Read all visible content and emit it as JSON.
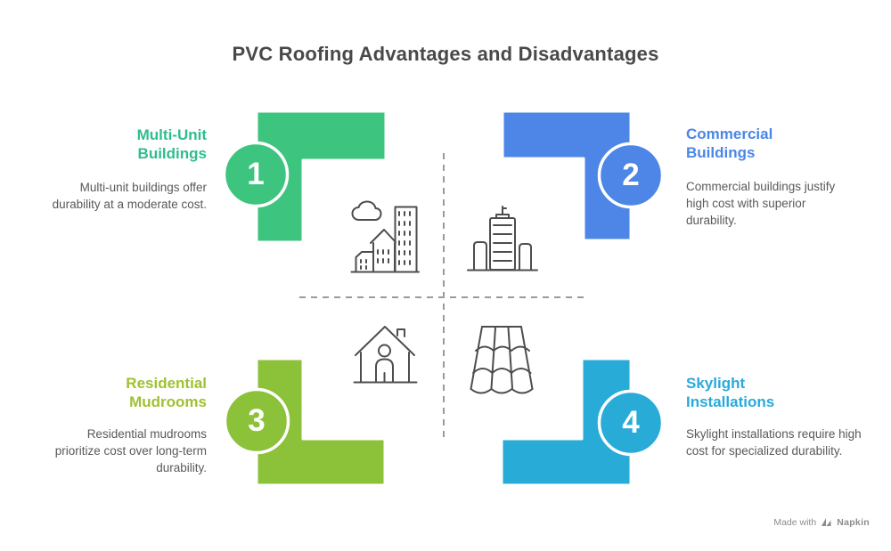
{
  "title": "PVC Roofing Advantages and Disadvantages",
  "quadrants": [
    {
      "number": "1",
      "title": "Multi-Unit Buildings",
      "body": "Multi-unit buildings offer durability at a moderate cost.",
      "color": "#3DC47E",
      "title_color": "#2EBE8B",
      "icon": "city-buildings-icon"
    },
    {
      "number": "2",
      "title": "Commercial Buildings",
      "body": "Commercial buildings justify high cost with superior durability.",
      "color": "#4D86E6",
      "title_color": "#4A86E8",
      "icon": "skyscraper-icon"
    },
    {
      "number": "3",
      "title": "Residential Mudrooms",
      "body": "Residential mudrooms prioritize cost over long-term durability.",
      "color": "#8CC23A",
      "title_color": "#9FC131",
      "icon": "house-person-icon"
    },
    {
      "number": "4",
      "title": "Skylight Installations",
      "body": "Skylight installations require high cost for specialized durability.",
      "color": "#29ABD8",
      "title_color": "#29A9DB",
      "icon": "roof-tiles-icon"
    }
  ],
  "footer": {
    "made_with": "Made with",
    "brand": "Napkin"
  },
  "palette": {
    "heading_text": "#494949",
    "body_text": "#595959",
    "icon_stroke": "#4D4D4D",
    "dashed_line": "#9A9A9A",
    "footer_text": "#8C8C8C",
    "number_text": "#FFFFFF",
    "background": "#FFFFFF"
  }
}
